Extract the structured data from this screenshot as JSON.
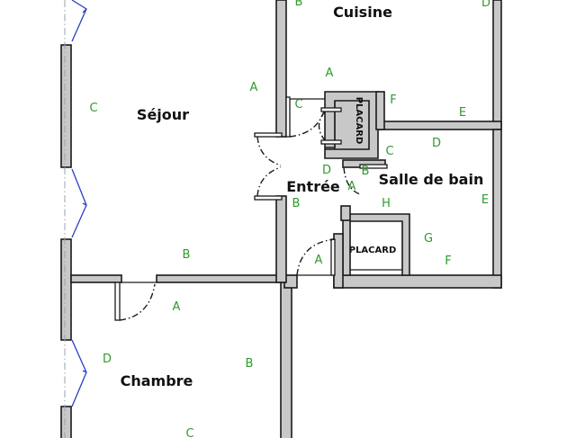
{
  "rooms": {
    "cuisine": "Cuisine",
    "sejour": "Séjour",
    "entree": "Entrée",
    "salle_de_bain": "Salle de bain",
    "chambre": "Chambre",
    "placard_1": "PLACARD",
    "placard_2": "PLACARD"
  },
  "markers": {
    "cuisine_b": "B",
    "cuisine_d": "D",
    "cuisine_a": "A",
    "cuisine_f": "F",
    "cuisine_e": "E",
    "sejour_c": "C",
    "sejour_a": "A",
    "sejour_b": "B",
    "entree_c": "C",
    "entree_d": "D",
    "entree_b1": "B",
    "entree_a1": "A",
    "entree_b2": "B",
    "entree_a2": "A",
    "sdb_c": "C",
    "sdb_d": "D",
    "sdb_e": "E",
    "sdb_h": "H",
    "sdb_g": "G",
    "sdb_f": "F",
    "chambre_a": "A",
    "chambre_d": "D",
    "chambre_b": "B",
    "chambre_c": "C"
  },
  "colors": {
    "wall_fill": "#c8c8c8",
    "wall_stroke": "#1a1a1a",
    "marker": "#2e9a2e",
    "window": "#2a3fc8"
  }
}
